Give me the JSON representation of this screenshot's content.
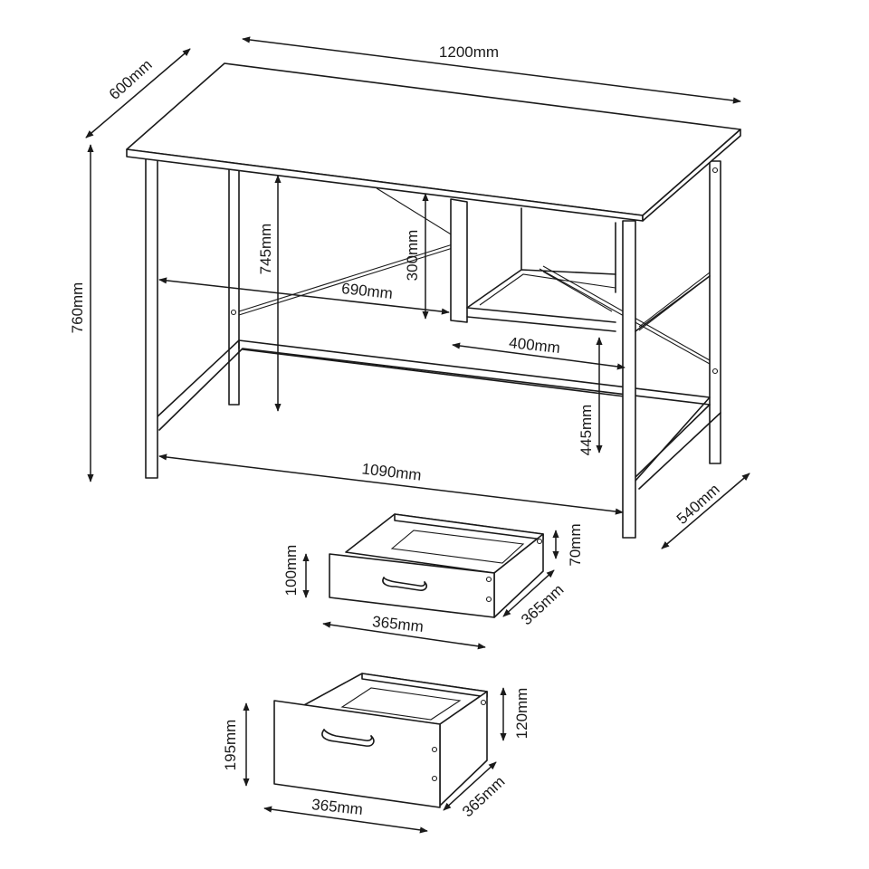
{
  "diagram": {
    "dimensions": {
      "desk_width": "1200mm",
      "desk_depth": "600mm",
      "desk_height": "760mm",
      "leg_inner_height": "745mm",
      "cabinet_height": "300mm",
      "inner_span": "690mm",
      "shelf_width": "400mm",
      "shelf_height": "445mm",
      "base_length": "1090mm",
      "base_depth": "540mm"
    },
    "small_drawer": {
      "height": "100mm",
      "inner_height": "70mm",
      "width": "365mm",
      "depth": "365mm"
    },
    "large_drawer": {
      "height": "195mm",
      "inner_height": "120mm",
      "width": "365mm",
      "depth": "365mm"
    }
  }
}
